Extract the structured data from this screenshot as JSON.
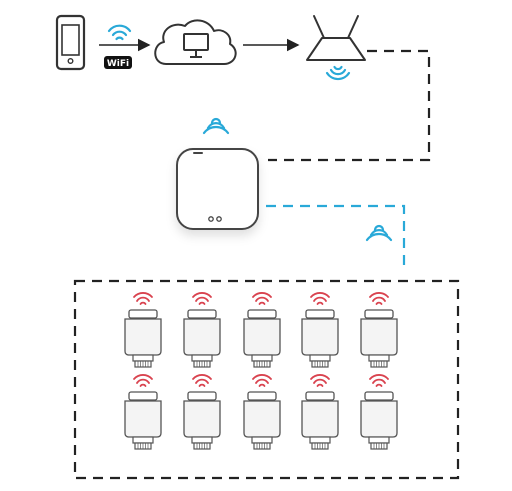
{
  "phone": {
    "icon": "smartphone-icon"
  },
  "wifi_badge": {
    "label": "WiFi"
  },
  "cloud": {
    "icon": "cloud-server-icon"
  },
  "router": {
    "icon": "wifi-router-icon"
  },
  "hub": {
    "icon": "zigbee-gateway-hub-icon"
  },
  "valves": {
    "icon": "thermostatic-radiator-valve-icon",
    "rows": 2,
    "per_row": 5
  },
  "colors": {
    "line": "#222222",
    "wifi_signal": "#29a9d8",
    "zigbee_link": "#29a9d8",
    "valve_signal": "#d9434f",
    "valve_body": "#f4f4f4",
    "valve_outline": "#555555"
  }
}
